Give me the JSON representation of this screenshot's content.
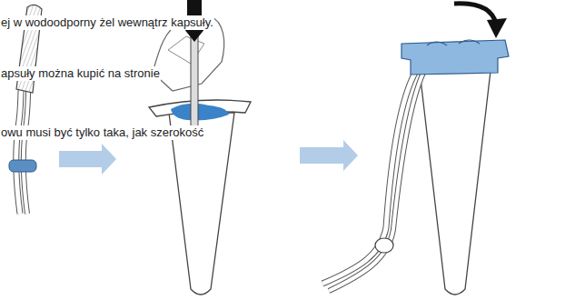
{
  "diagram": {
    "labels": [
      "ej w wodoodporny żel wewnątrz kapsuły.",
      "apsuły można kupić na stronie",
      "owu musi być tylko taka, jak szerokość"
    ]
  }
}
